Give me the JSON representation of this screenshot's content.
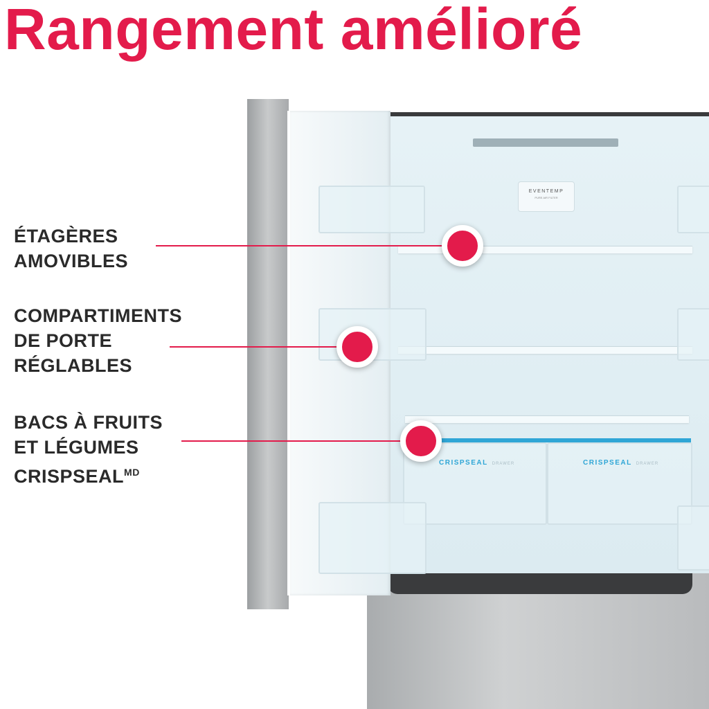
{
  "title": "Rangement amélioré",
  "features": [
    {
      "lines": [
        "ÉTAGÈRES",
        "AMOVIBLES"
      ]
    },
    {
      "lines": [
        "COMPARTIMENTS",
        "DE PORTE",
        "RÉGLABLES"
      ]
    },
    {
      "lines": [
        "BACS À FRUITS",
        "ET LÉGUMES",
        "CRISPSEAL"
      ],
      "superscript": "MD"
    }
  ],
  "product": {
    "filter_badge": "EVENTEMP",
    "filter_sub": "PURE AIR FILTER",
    "drawer_brand": "CRISPSEAL",
    "drawer_word": "DRAWER"
  },
  "colors": {
    "accent": "#e31b4b",
    "text": "#2a2a2a",
    "drawer_trim": "#2fa6d6"
  }
}
